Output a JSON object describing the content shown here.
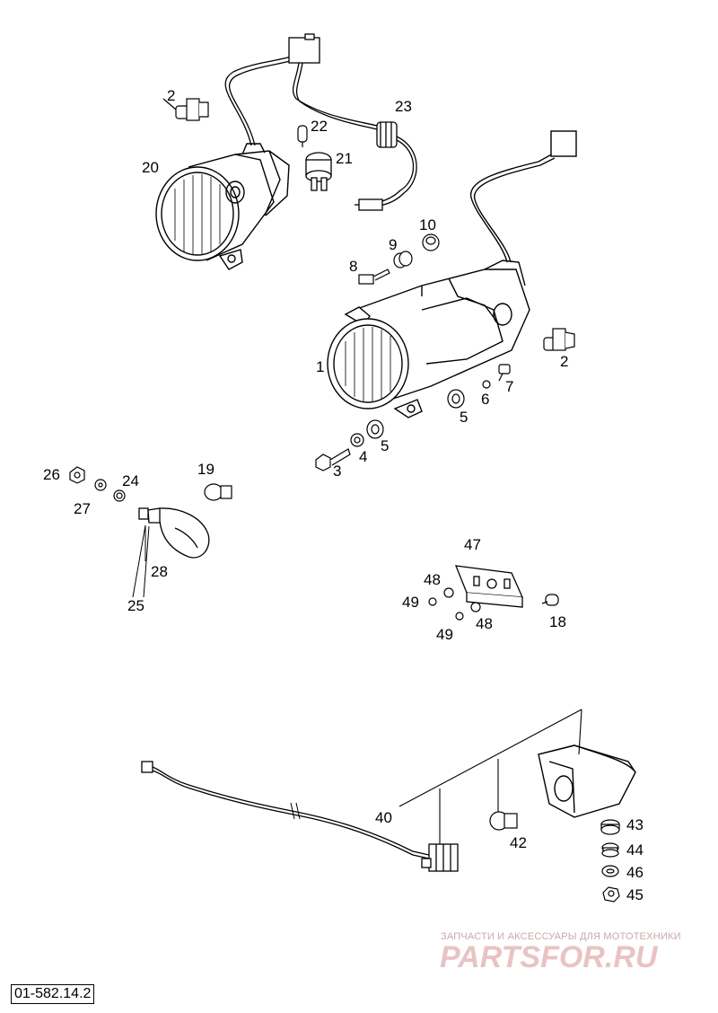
{
  "diagram_code": "01-582.14.2",
  "watermark": {
    "tagline": "ЗАПЧАСТИ И АКСЕССУАРЫ ДЛЯ МОТОТЕХНИКИ",
    "logo_text": "PARTSFOR.RU"
  },
  "colors": {
    "line": "#000000",
    "background": "#ffffff",
    "watermark_text": "#c9a9a9",
    "watermark_logo": "#e9c3c3"
  },
  "callouts": [
    {
      "id": "c1",
      "label": "1"
    },
    {
      "id": "c2a",
      "label": "2"
    },
    {
      "id": "c2b",
      "label": "2"
    },
    {
      "id": "c3",
      "label": "3"
    },
    {
      "id": "c4",
      "label": "4"
    },
    {
      "id": "c5a",
      "label": "5"
    },
    {
      "id": "c5b",
      "label": "5"
    },
    {
      "id": "c6",
      "label": "6"
    },
    {
      "id": "c7",
      "label": "7"
    },
    {
      "id": "c8",
      "label": "8"
    },
    {
      "id": "c9",
      "label": "9"
    },
    {
      "id": "c10",
      "label": "10"
    },
    {
      "id": "c18",
      "label": "18"
    },
    {
      "id": "c19",
      "label": "19"
    },
    {
      "id": "c20",
      "label": "20"
    },
    {
      "id": "c21",
      "label": "21"
    },
    {
      "id": "c22",
      "label": "22"
    },
    {
      "id": "c23",
      "label": "23"
    },
    {
      "id": "c24",
      "label": "24"
    },
    {
      "id": "c25",
      "label": "25"
    },
    {
      "id": "c26",
      "label": "26"
    },
    {
      "id": "c27",
      "label": "27"
    },
    {
      "id": "c28",
      "label": "28"
    },
    {
      "id": "c40",
      "label": "40"
    },
    {
      "id": "c42",
      "label": "42"
    },
    {
      "id": "c43",
      "label": "43"
    },
    {
      "id": "c44",
      "label": "44"
    },
    {
      "id": "c45",
      "label": "45"
    },
    {
      "id": "c46",
      "label": "46"
    },
    {
      "id": "c47",
      "label": "47"
    },
    {
      "id": "c48a",
      "label": "48"
    },
    {
      "id": "c48b",
      "label": "48"
    },
    {
      "id": "c49a",
      "label": "49"
    },
    {
      "id": "c49b",
      "label": "49"
    }
  ]
}
